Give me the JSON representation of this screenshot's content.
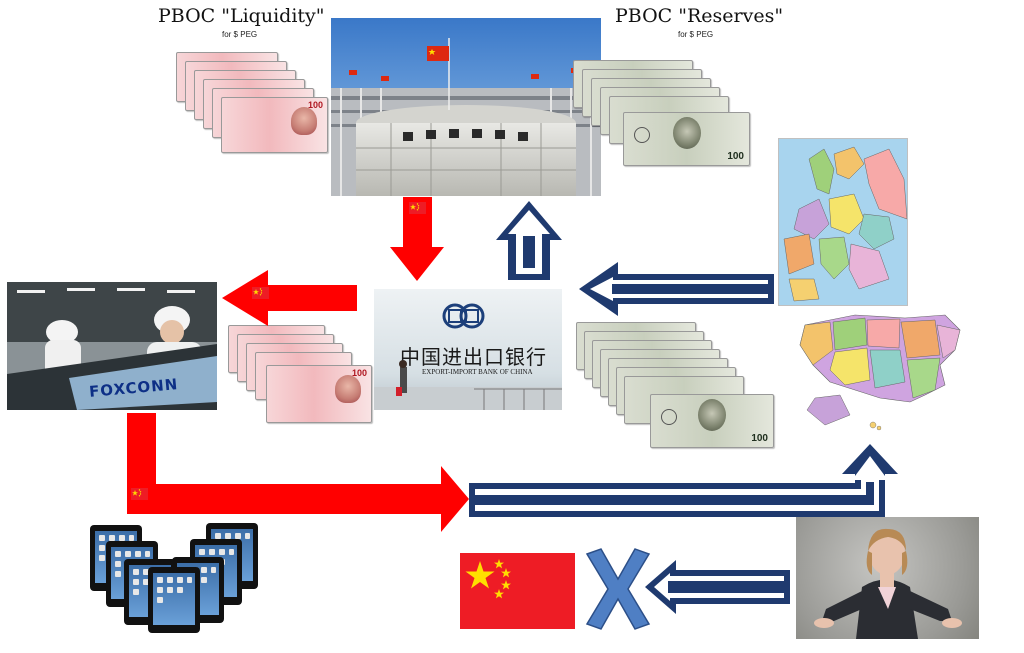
{
  "pboc_liquidity": {
    "title": "PBOC \"Liquidity\"",
    "subtitle": "for $ PEG"
  },
  "pboc_reserves": {
    "title": "PBOC \"Reserves\"",
    "subtitle": "for $ PEG"
  },
  "exim_bank": {
    "chinese_name": "中国进出口银行",
    "english_name": "EXPORT-IMPORT BANK OF CHINA"
  },
  "foxconn": {
    "logo_text": "FOXCONN"
  },
  "banknotes": {
    "rmb_value": "100",
    "usd_value": "100"
  },
  "colors": {
    "red": "#ff0000",
    "navy": "#1f3a6f",
    "flag_red": "#ee1c25",
    "flag_star": "#ffde00",
    "x_blue": "#4f7fc4"
  }
}
